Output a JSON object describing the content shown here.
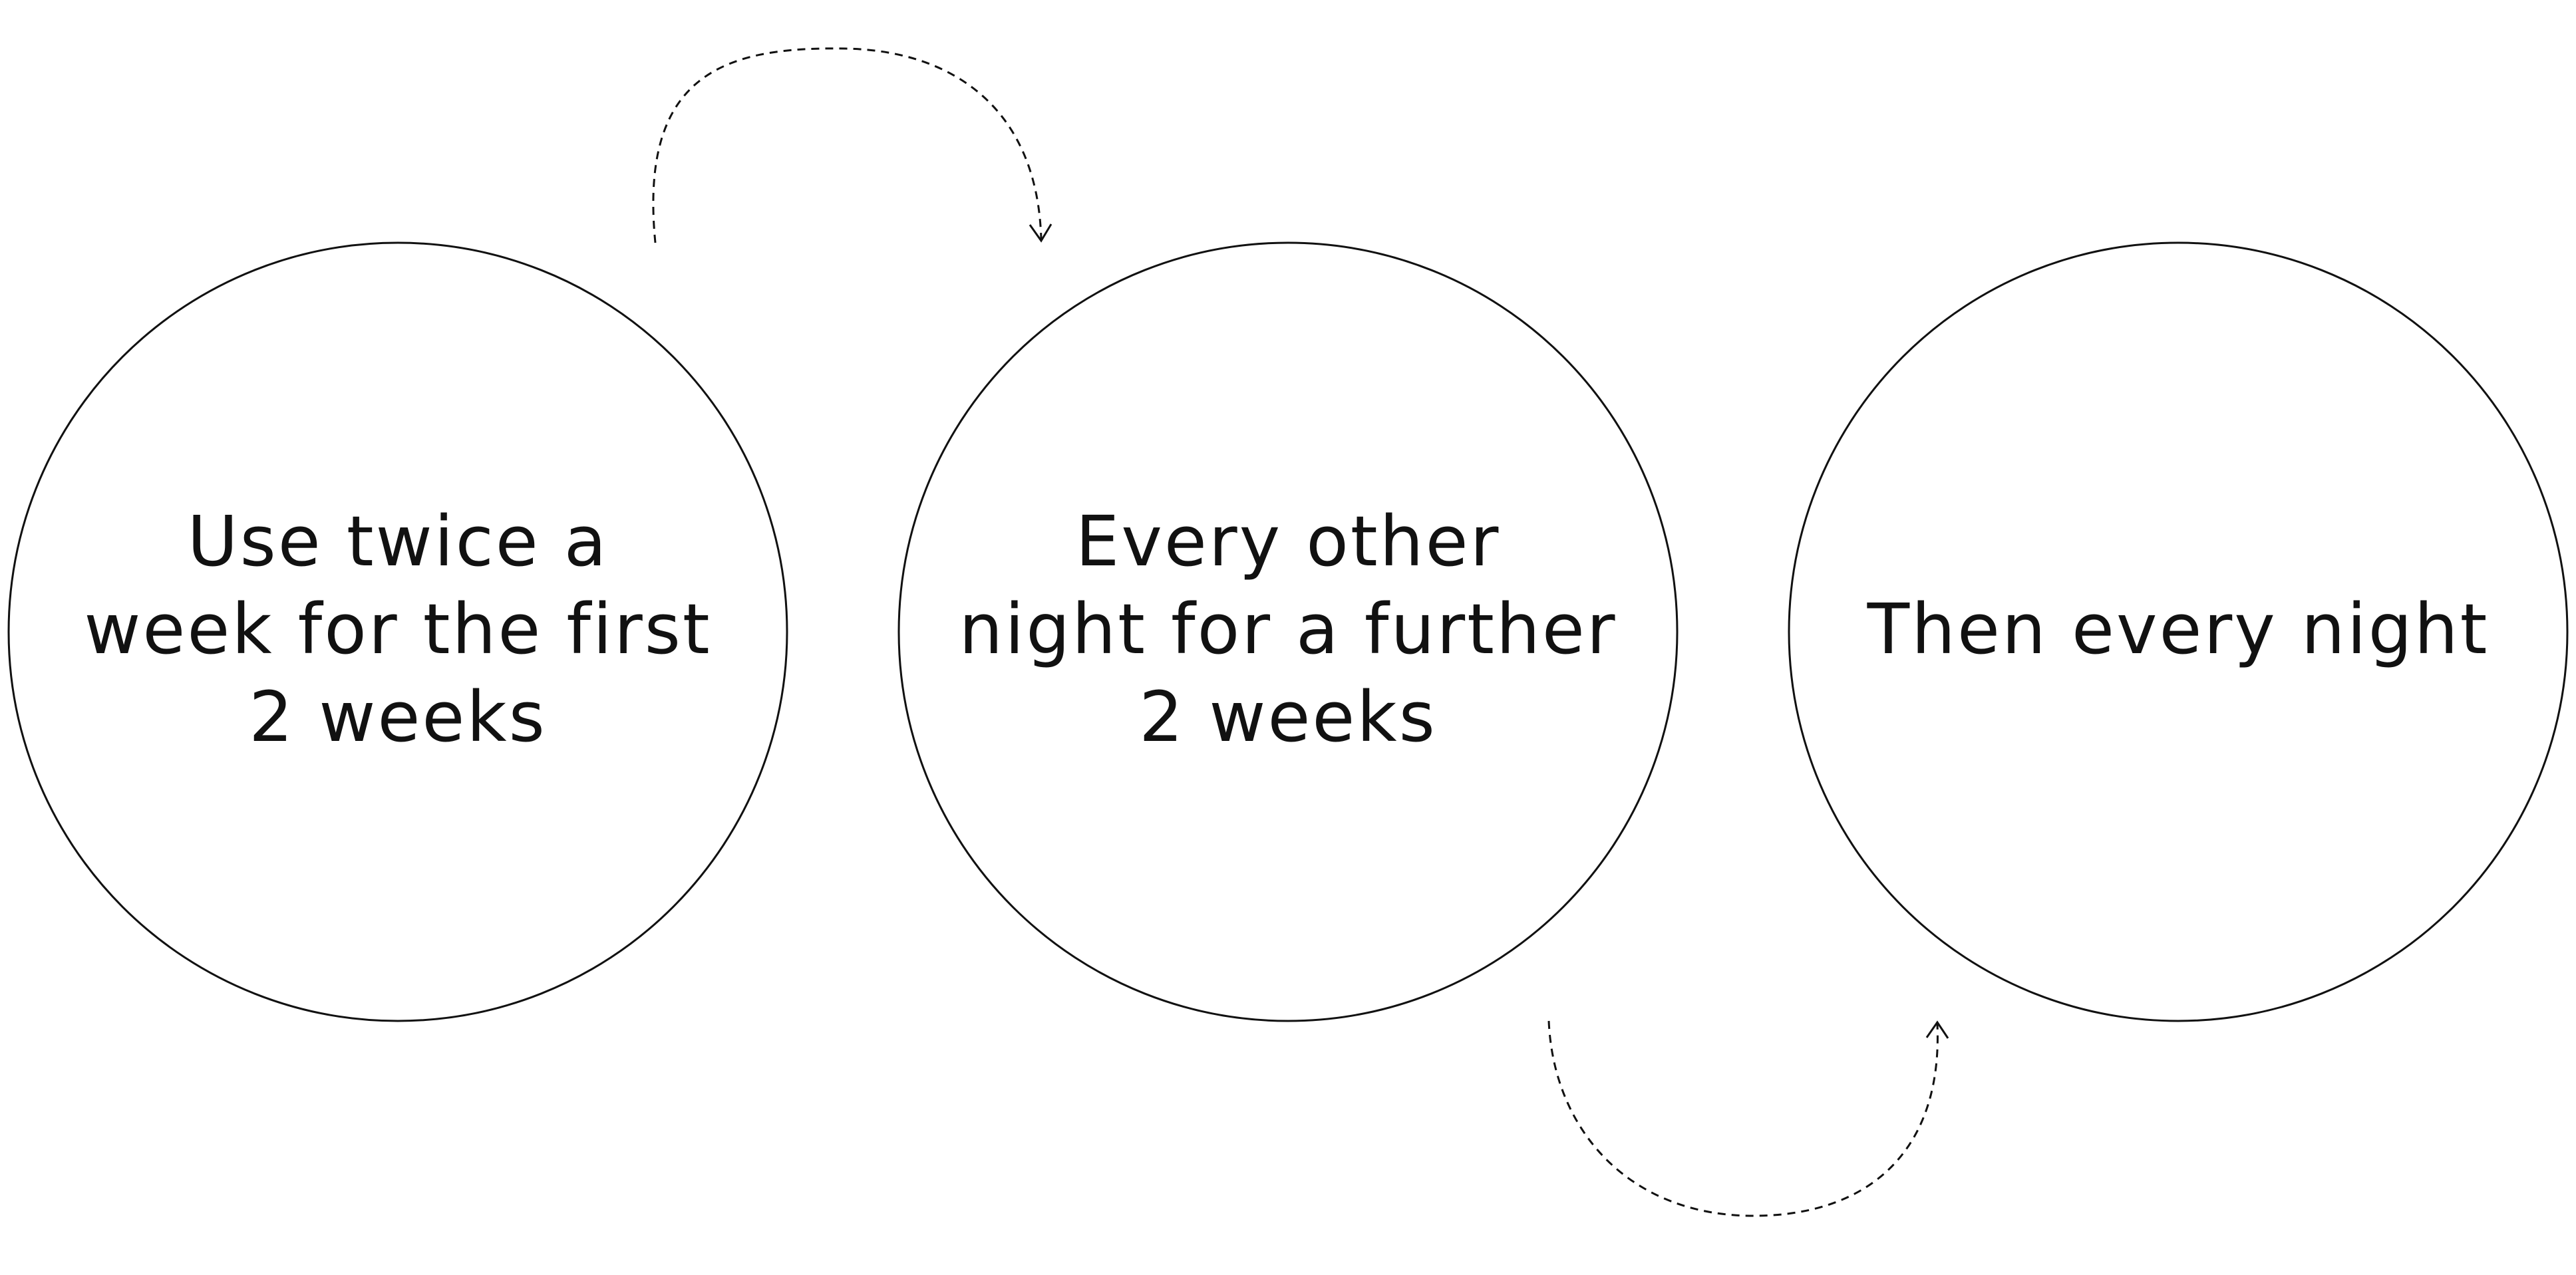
{
  "colors": {
    "stroke": "#111111",
    "background": "#ffffff"
  },
  "steps": [
    {
      "text": "Use twice a\nweek for the first\n2 weeks"
    },
    {
      "text": "Every other\nnight for a further\n2 weeks"
    },
    {
      "text": "Then every night"
    }
  ],
  "connectors": [
    {
      "from": 1,
      "to": 2,
      "style": "dashed"
    },
    {
      "from": 2,
      "to": 3,
      "style": "dashed"
    }
  ]
}
